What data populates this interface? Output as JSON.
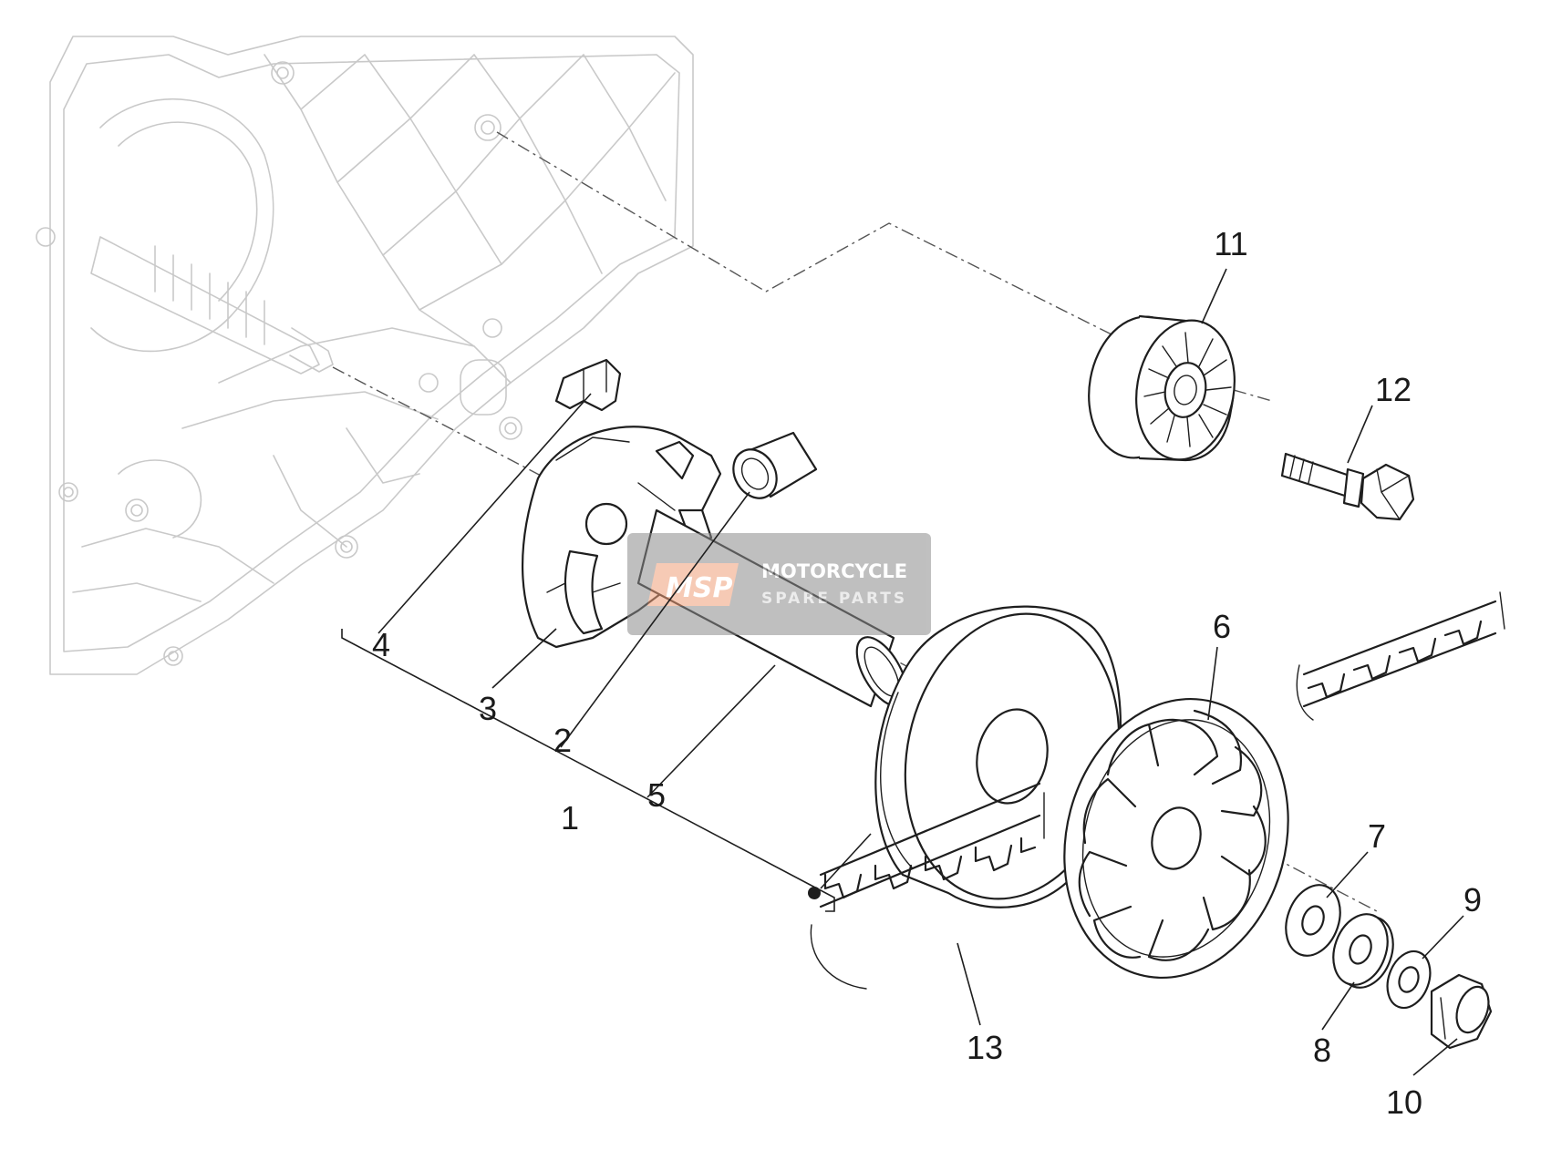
{
  "callouts": {
    "c1": "1",
    "c2": "2",
    "c3": "3",
    "c4": "4",
    "c5": "5",
    "c6": "6",
    "c7": "7",
    "c8": "8",
    "c9": "9",
    "c10": "10",
    "c11": "11",
    "c12": "12",
    "c13": "13"
  },
  "watermark": {
    "logo_text": "MSP",
    "line1": "MOTORCYCLE",
    "line2": "SPARE PARTS",
    "accent": "#f0a07a",
    "panel": "#8c8c8c"
  },
  "colors": {
    "line": "#1e1e1e",
    "ghost": "#c9c9c9",
    "background": "#ffffff"
  }
}
